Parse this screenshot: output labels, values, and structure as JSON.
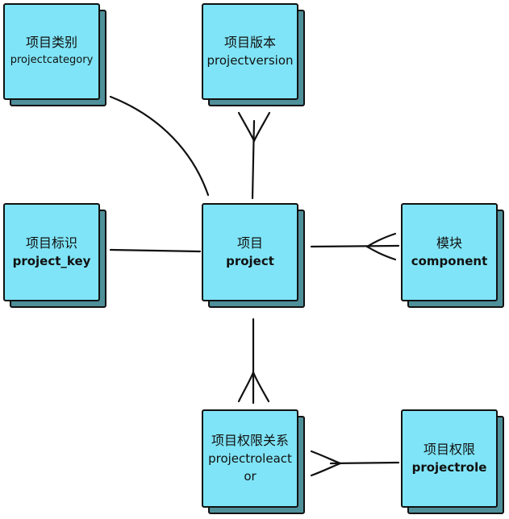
{
  "nodes": {
    "projectcategory": {
      "cn": "项目类别",
      "en": "projectcategory"
    },
    "projectversion": {
      "cn": "项目版本",
      "en": "projectversion"
    },
    "project_key": {
      "cn": "项目标识",
      "en": "project_key"
    },
    "project": {
      "cn": "项目",
      "en": "project"
    },
    "component": {
      "cn": "模块",
      "en": "component"
    },
    "projectroleactor": {
      "cn": "项目权限关系",
      "en": "projectroleactor"
    },
    "projectrole": {
      "cn": "项目权限",
      "en": "projectrole"
    }
  },
  "colors": {
    "face": "#7fe4f7",
    "shadow": "#4f8f9a",
    "stroke": "#111111"
  }
}
